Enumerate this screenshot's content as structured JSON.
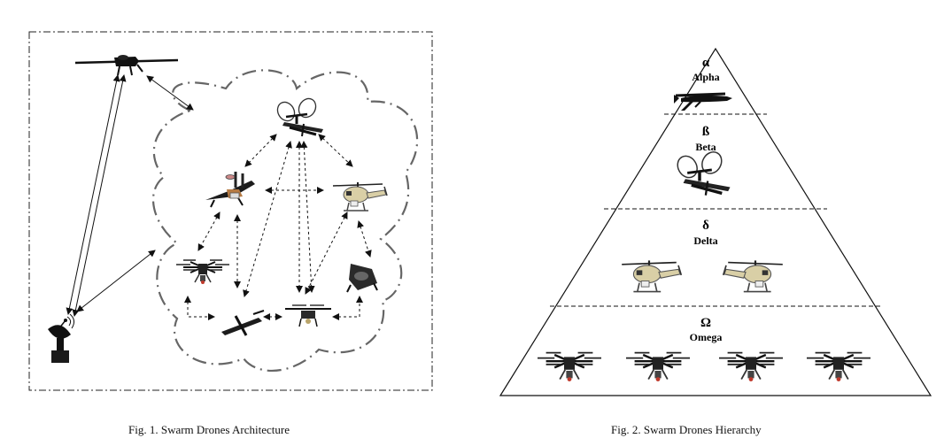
{
  "figure1": {
    "caption": "Fig. 1.  Swarm Drones Architecture",
    "icons": [
      "uav-fixed-wing-icon",
      "tiltrotor-drone-icon",
      "jet-drone-icon",
      "helicopter-drone-icon",
      "hexacopter-drone-icon",
      "fixed-wing-drone-icon",
      "quadcopter-drone-icon",
      "ducted-fan-drone-icon",
      "satellite-dish-icon"
    ]
  },
  "figure2": {
    "caption": "Fig. 2.  Swarm Drones Hierarchy",
    "tiers": [
      {
        "symbol": "α",
        "name": "Alpha",
        "icon": "predator-uav-icon"
      },
      {
        "symbol": "ß",
        "name": "Beta",
        "icon": "tiltrotor-drone-icon"
      },
      {
        "symbol": "δ",
        "name": "Delta",
        "icon": "helicopter-drone-icon"
      },
      {
        "symbol": "Ω",
        "name": "Omega",
        "icon": "hexacopter-drone-icon"
      }
    ]
  },
  "colors": {
    "line": "#111111",
    "cloud": "#666666",
    "tan": "#d9cfa6"
  }
}
